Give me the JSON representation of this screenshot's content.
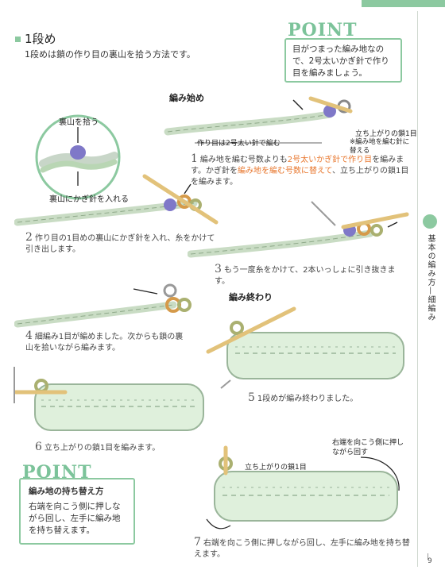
{
  "header": {
    "section_title": "1段め",
    "section_subtitle": "1段めは鎖の作り目の裏山を拾う方法です。"
  },
  "point_top": {
    "label": "POINT",
    "text": "目がつまった編み地なので、2号太いかぎ針で作り目を編みましょう。"
  },
  "circle_diagram": {
    "top_label": "裏山を拾う",
    "bottom_label": "裏山にかぎ針を入れる"
  },
  "start_heading": "編み始め",
  "diagram1": {
    "chain_label": "作り目は2号太い針で編む",
    "raise_label": "立ち上がりの鎖1目",
    "note_label": "※編み地を編む針に替える"
  },
  "steps": [
    {
      "num": "1",
      "pre": "編み地を編む号数よりも",
      "hl1": "2号太いかぎ針で作り目",
      "mid": "を編みます。かぎ針を",
      "hl2": "編み地を編む号数に替えて",
      "post": "、立ち上がりの鎖1目を編みます。"
    },
    {
      "num": "2",
      "text": "作り目の1目めの裏山にかぎ針を入れ、糸をかけて引き出します。"
    },
    {
      "num": "3",
      "text": "もう一度糸をかけて、2本いっしょに引き抜きます。"
    },
    {
      "num": "4",
      "text": "細編み1目が編めました。次からも鎖の裏山を拾いながら編みます。"
    },
    {
      "num": "5",
      "text": "1段めが編み終わりました。"
    },
    {
      "num": "6",
      "text": "立ち上がりの鎖1目を編みます。"
    },
    {
      "num": "7",
      "text": "右端を向こう側に押しながら回し、左手に編み地を持ち替えます。"
    }
  ],
  "end_heading": "編み終わり",
  "diagram7": {
    "raise_label": "立ち上がりの鎖1目",
    "push_label": "右端を向こう側に押しながら回す"
  },
  "point_bottom": {
    "label": "POINT",
    "title": "編み地の持ち替え方",
    "text": "右端を向こう側に押しながら回し、左手に編み地を持ち替えます。"
  },
  "sidebar": {
    "chapter": "基本の編み方—細編み"
  },
  "page_number": "9",
  "colors": {
    "accent_green": "#8cc9a0",
    "highlight_orange": "#e8772e",
    "yarn_fill": "#dff0dc"
  }
}
